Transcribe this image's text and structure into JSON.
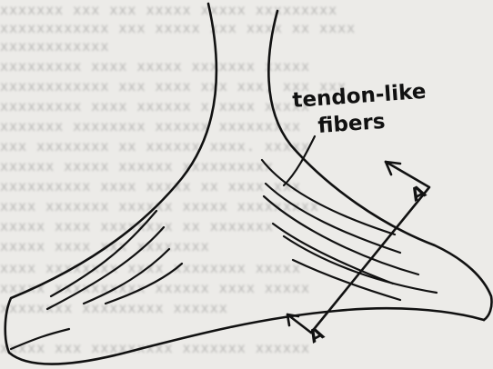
{
  "label": {
    "line1": "tendon-like",
    "line2": "fibers"
  },
  "section_marker_top": "A",
  "section_marker_bottom": "A",
  "colors": {
    "ink": "#111111",
    "paper": "#ecebe8",
    "ghost_text": "#8a8a8a"
  }
}
